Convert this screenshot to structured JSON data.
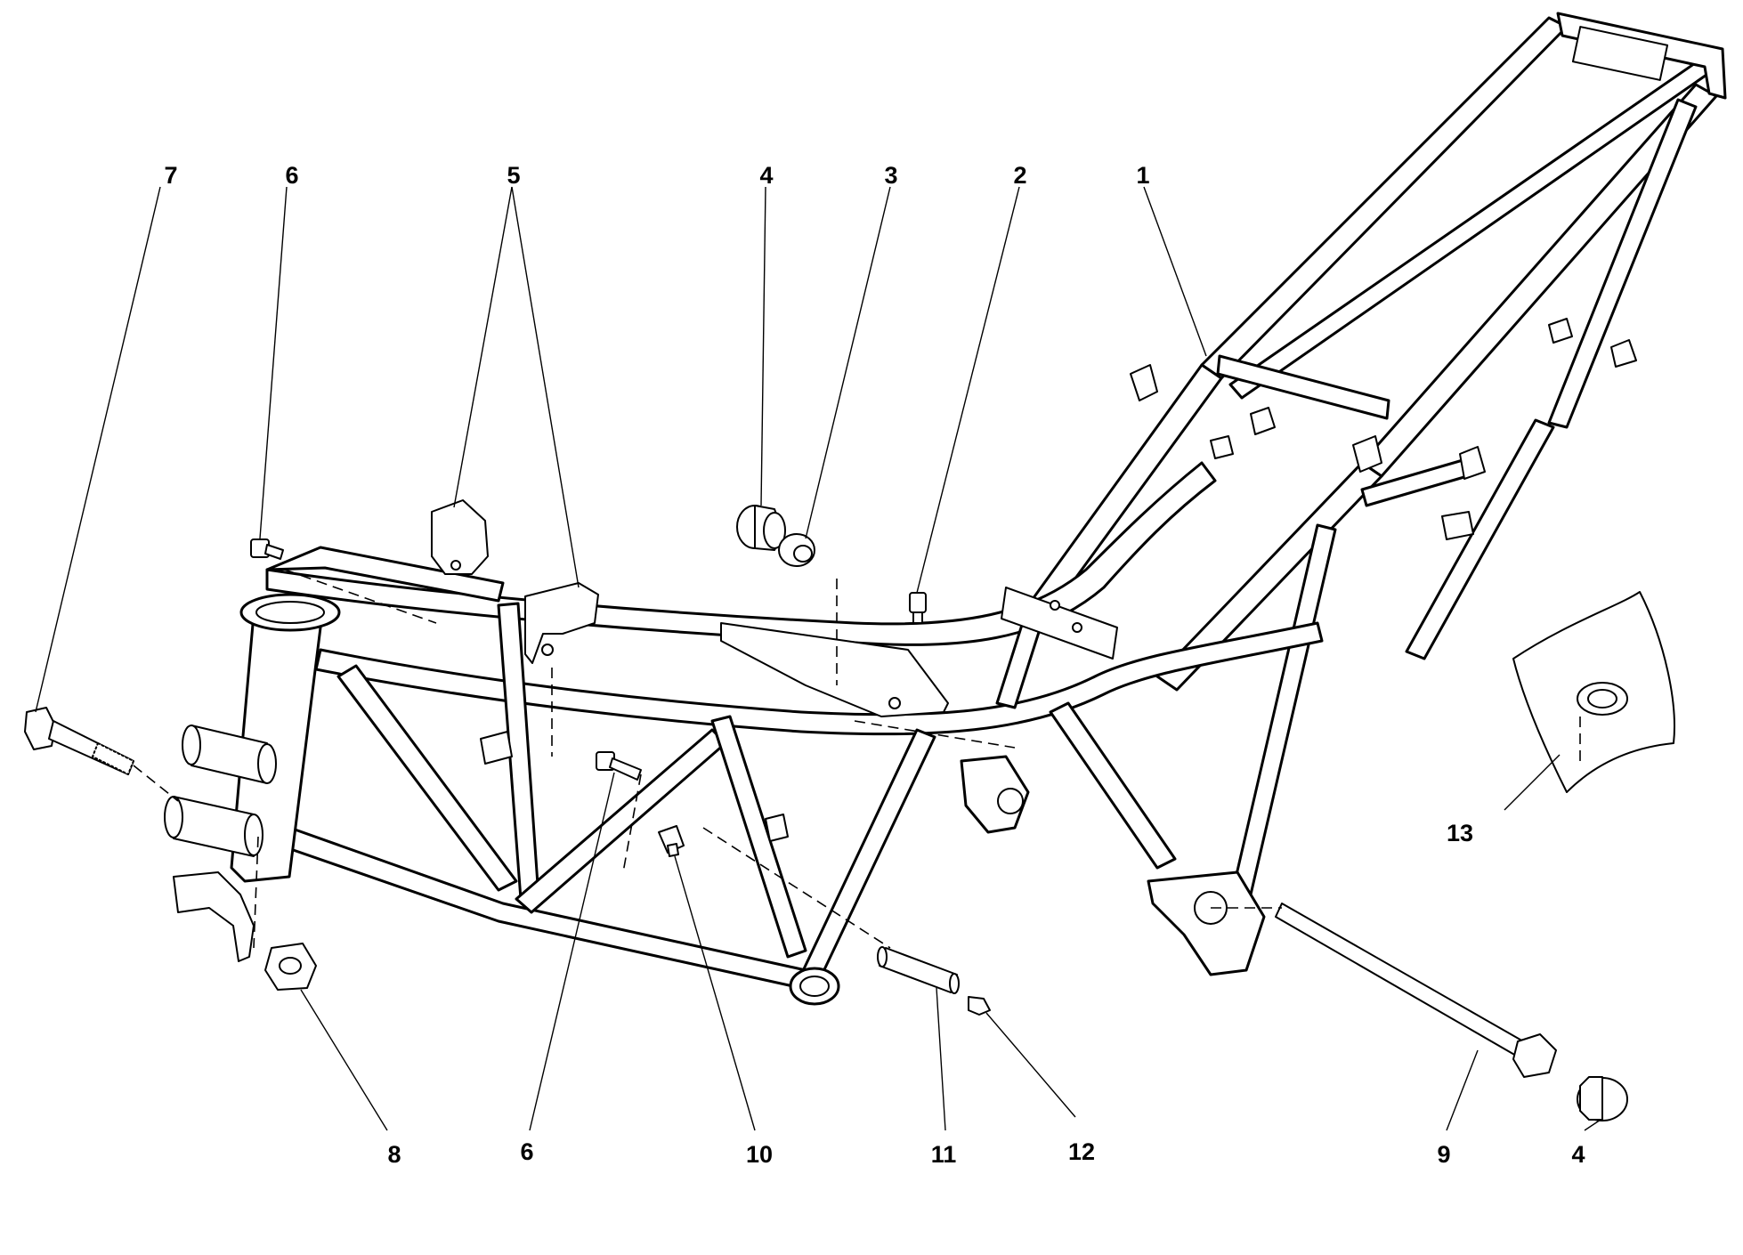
{
  "callouts": [
    {
      "id": "c7",
      "label": "7"
    },
    {
      "id": "c6a",
      "label": "6"
    },
    {
      "id": "c5",
      "label": "5"
    },
    {
      "id": "c4a",
      "label": "4"
    },
    {
      "id": "c3",
      "label": "3"
    },
    {
      "id": "c2",
      "label": "2"
    },
    {
      "id": "c1",
      "label": "1"
    },
    {
      "id": "c13",
      "label": "13"
    },
    {
      "id": "c8",
      "label": "8"
    },
    {
      "id": "c6b",
      "label": "6"
    },
    {
      "id": "c10",
      "label": "10"
    },
    {
      "id": "c11",
      "label": "11"
    },
    {
      "id": "c12",
      "label": "12"
    },
    {
      "id": "c9",
      "label": "9"
    },
    {
      "id": "c4b",
      "label": "4"
    }
  ]
}
